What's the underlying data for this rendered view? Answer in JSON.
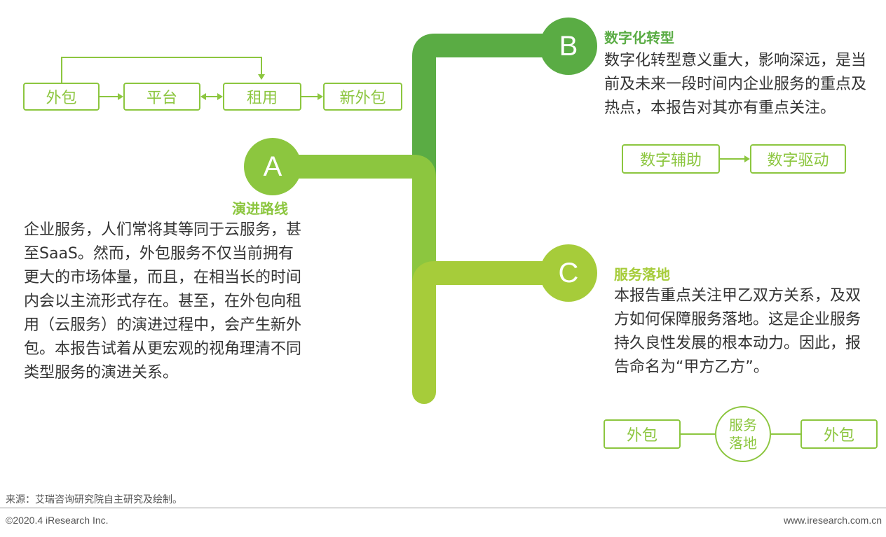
{
  "section_a": {
    "letter": "A",
    "title": "演进路线",
    "paragraph": "企业服务，人们常将其等同于云服务，甚至SaaS。然而，外包服务不仅当前拥有更大的市场体量，而且，在相当长的时间内会以主流形式存在。甚至，在外包向租用（云服务）的演进过程中，会产生新外包。本报告试着从更宏观的视角理清不同类型服务的演进关系。",
    "flow": [
      "外包",
      "平台",
      "租用",
      "新外包"
    ]
  },
  "section_b": {
    "letter": "B",
    "title": "数字化转型",
    "paragraph": "数字化转型意义重大，影响深远，是当前及未来一段时间内企业服务的重点及热点，本报告对其亦有重点关注。",
    "flow": [
      "数字辅助",
      "数字驱动"
    ]
  },
  "section_c": {
    "letter": "C",
    "title": "服务落地",
    "paragraph": "本报告重点关注甲乙双方关系，及双方如何保障服务落地。这是企业服务持久良性发展的根本动力。因此，报告命名为“甲方乙方”。",
    "flow_left": "外包",
    "flow_center": "服务落地",
    "flow_right": "外包"
  },
  "footer": {
    "source": "来源：艾瑞咨询研究院自主研究及绘制。",
    "copyright": "©2020.4 iResearch Inc.",
    "website": "www.iresearch.com.cn"
  },
  "colors": {
    "dark_green": "#5aac44",
    "mid_green": "#8cc63f",
    "light_green": "#a6cc3a"
  }
}
